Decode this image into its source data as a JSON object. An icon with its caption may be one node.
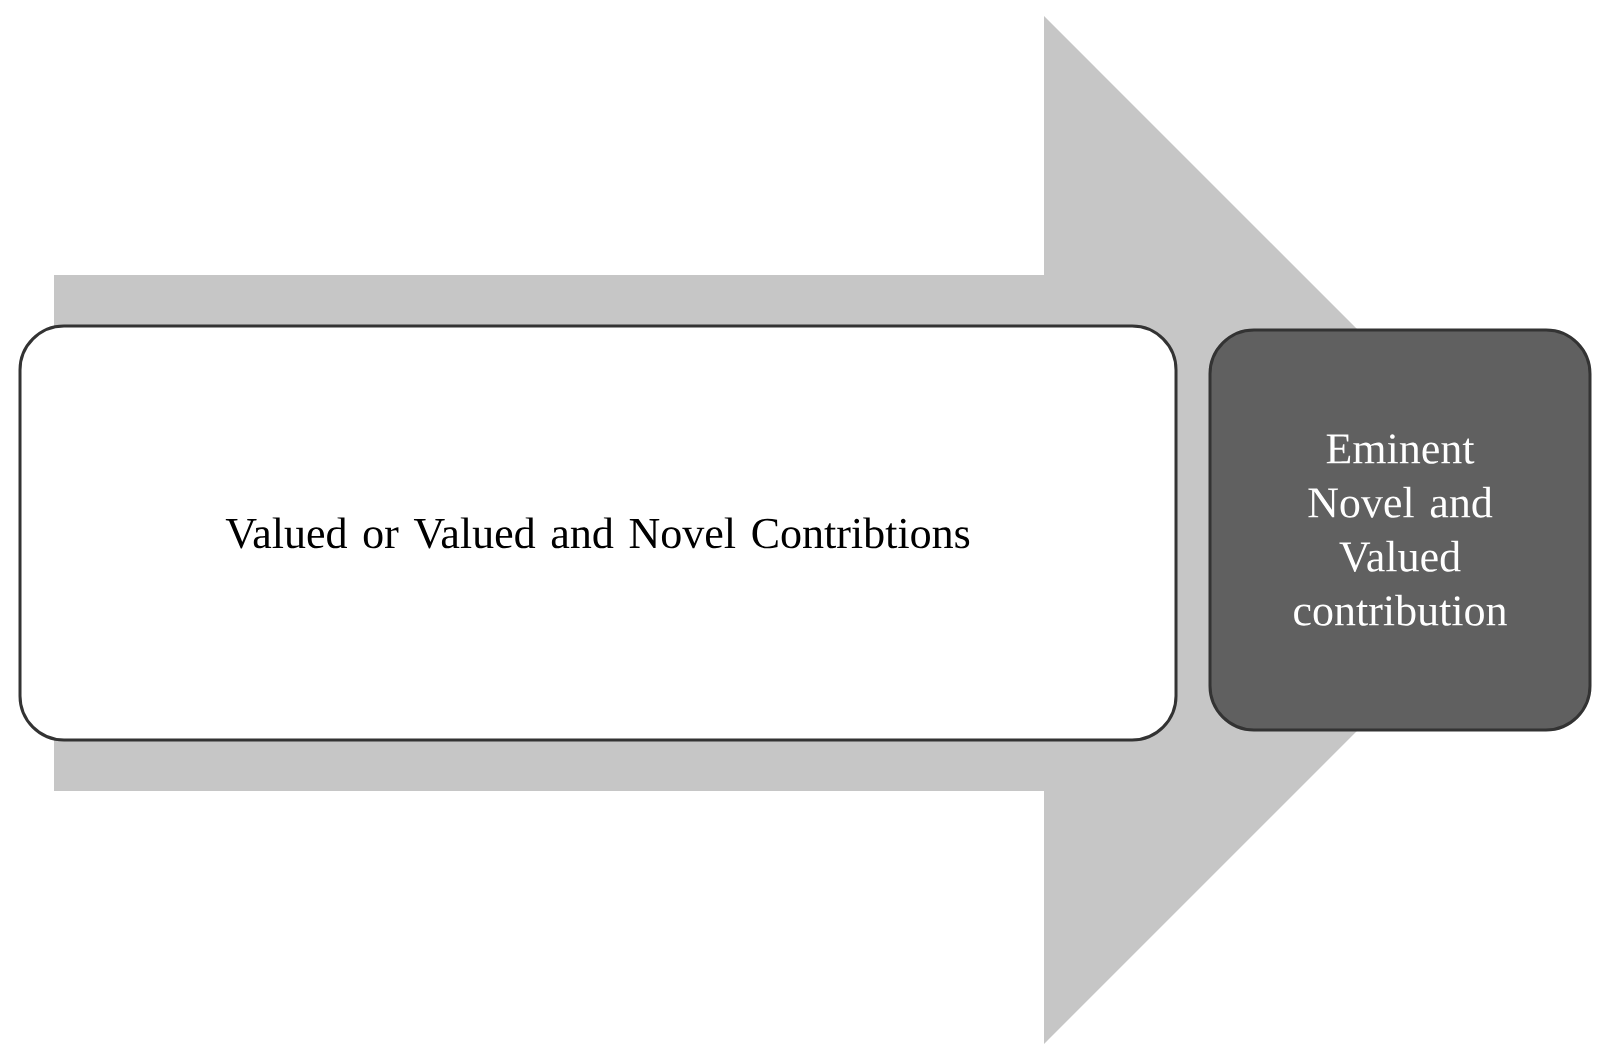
{
  "diagram": {
    "nodes": [
      {
        "text": [
          "Valued or Valued and Novel Contribtions"
        ]
      },
      {
        "text": [
          "Eminent Novel and Valued contribution"
        ]
      }
    ],
    "edges": [
      {
        "from": 0,
        "to": 1,
        "arrow": "to"
      }
    ]
  }
}
